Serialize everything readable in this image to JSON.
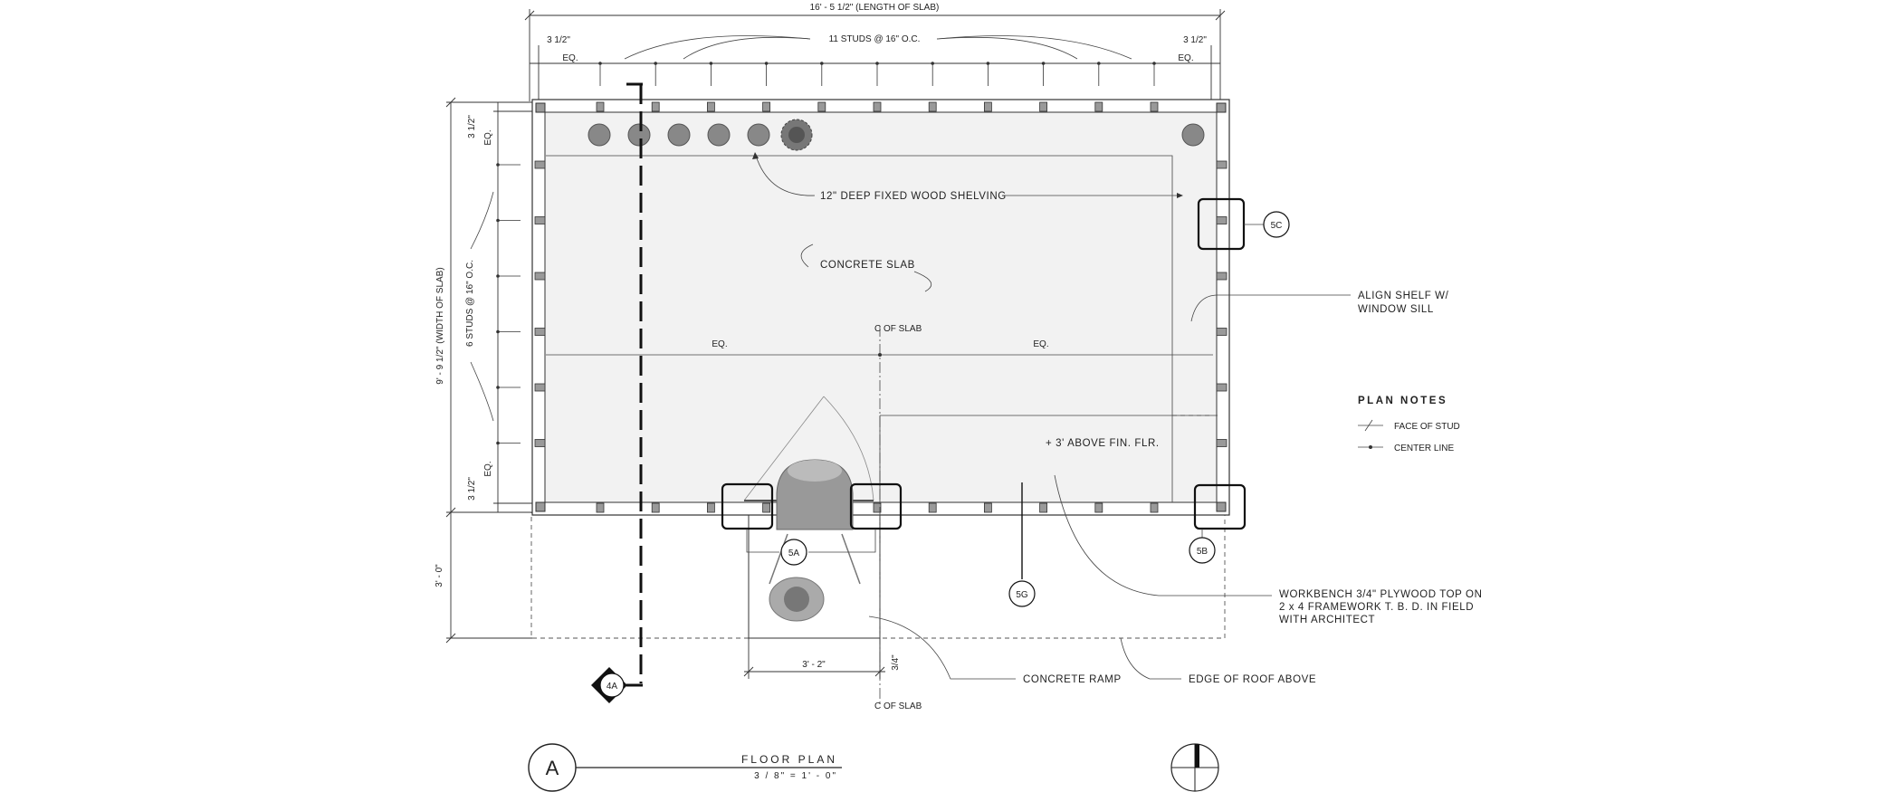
{
  "dimensions": {
    "overall_length": "16' - 5 1/2\" (LENGTH OF SLAB)",
    "end_offset_left": "3 1/2\"",
    "end_offset_right": "3 1/2\"",
    "eq": "EQ.",
    "studs_length": "11 STUDS @ 16\" O.C.",
    "overall_width": "9' - 9 1/2\" (WIDTH OF SLAB)",
    "studs_width": "6 STUDS @ 16\" O.C.",
    "side_offset_top": "3 1/2\"",
    "side_offset_bottom": "3 1/2\"",
    "porch_depth": "3' - 0\"",
    "ramp_width": "3' - 2\"",
    "ramp_offset": "3/4\""
  },
  "labels": {
    "shelving": "12\" DEEP FIXED WOOD SHELVING",
    "slab": "CONCRETE SLAB",
    "centerline_of_slab": "C OF SLAB",
    "align_shelf": [
      "ALIGN SHELF W/",
      "WINDOW SILL"
    ],
    "workbench_height": "+ 3' ABOVE FIN. FLR.",
    "workbench": [
      "WORKBENCH 3/4\" PLYWOOD TOP ON",
      "2 x 4 FRAMEWORK T. B. D. IN FIELD",
      "WITH ARCHITECT"
    ],
    "ramp": "CONCRETE RAMP",
    "roof_edge": "EDGE OF ROOF ABOVE"
  },
  "callouts": {
    "c5A": "5A",
    "c5B": "5B",
    "c5C": "5C",
    "c5G": "5G",
    "c4A": "4A"
  },
  "plan_notes": {
    "title": "PLAN NOTES",
    "face_of_stud": "FACE OF STUD",
    "center_line": "CENTER LINE"
  },
  "title_block": {
    "letter": "A",
    "title": "FLOOR PLAN",
    "scale": "3 / 8\" = 1' - 0\""
  },
  "colors": {
    "line": "#333333",
    "slab_fill": "#f2f2f2",
    "stud_fill": "#999999"
  }
}
